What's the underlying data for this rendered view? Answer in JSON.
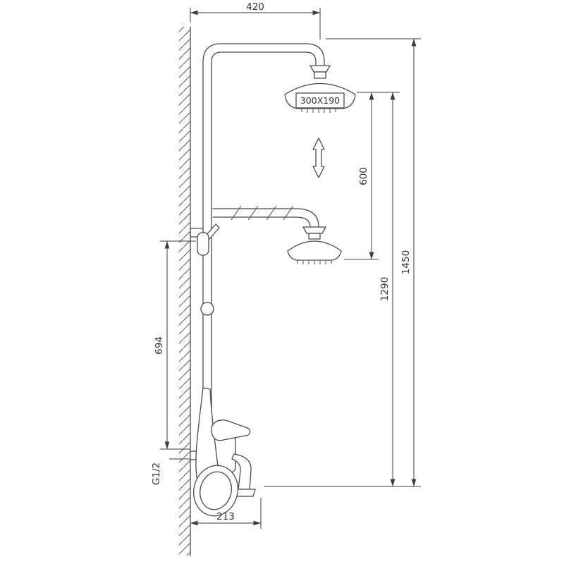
{
  "title": "Shower column dimensional drawing",
  "colors": {
    "line": "#4a4a4a",
    "text": "#333333",
    "background": "#ffffff"
  },
  "labels": {
    "dim_top_width": "420",
    "head_size": "300X190",
    "dim_adjust_range": "600",
    "dim_lower_head_height": "1290",
    "dim_total_height": "1450",
    "dim_mixer_height": "694",
    "thread_size": "G1/2",
    "dim_spout_reach": "213"
  }
}
